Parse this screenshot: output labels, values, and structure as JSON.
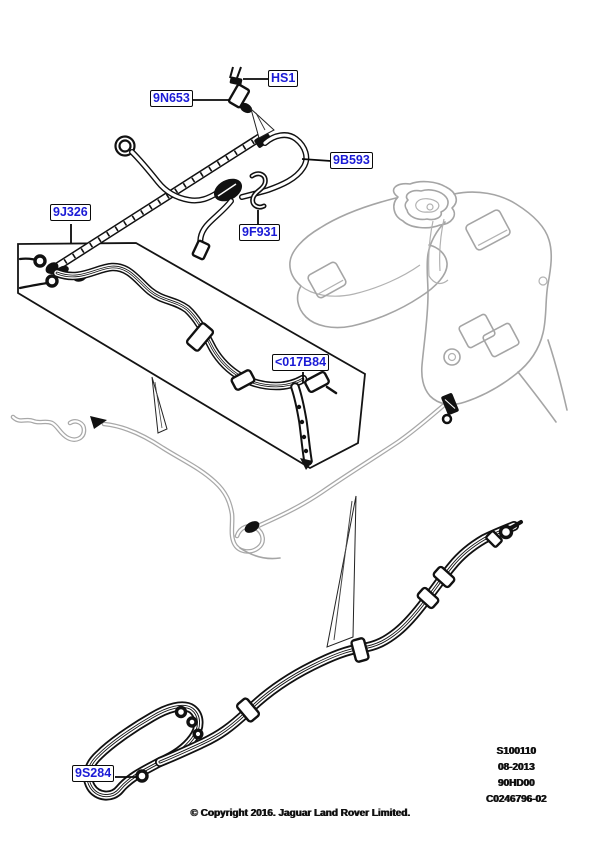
{
  "diagram": {
    "title_hint": "fuel tank filler pipe parts diagram",
    "part_labels": {
      "hs1": "HS1",
      "n9653": "9N653",
      "b9593": "9B593",
      "j9326": "9J326",
      "f9931": "9F931",
      "b017b84": "<017B84",
      "s9284": "9S284"
    },
    "info_block": {
      "line1": "S100110",
      "line2": "08-2013",
      "line3": "90HD00",
      "line4": "C0246796-02"
    },
    "copyright": "© Copyright 2016. Jaguar Land Rover Limited.",
    "colors": {
      "label_text": "#1b1bd6",
      "label_border": "#0a0a0a",
      "line_art": "#111111",
      "ghost_art": "#a5a5a5",
      "background": "#ffffff"
    }
  }
}
